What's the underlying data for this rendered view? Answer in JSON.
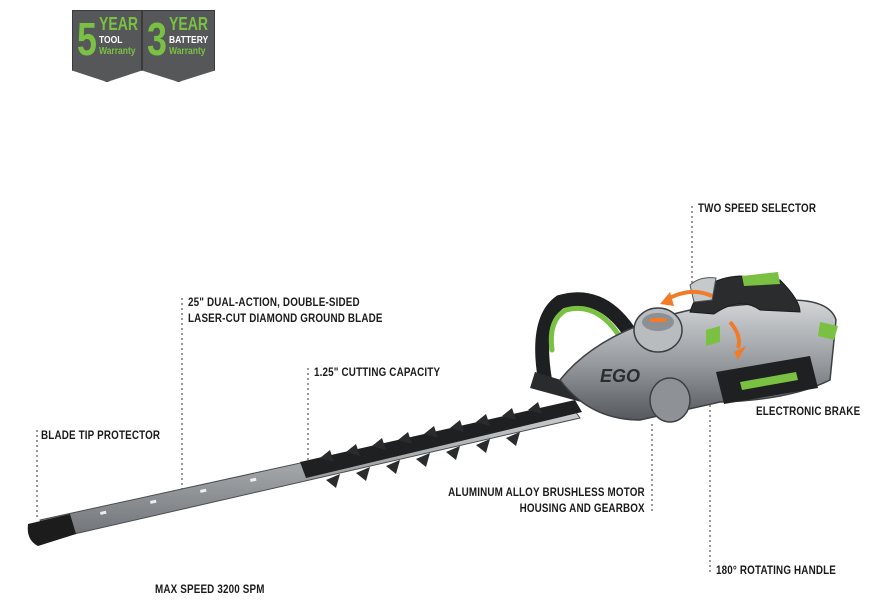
{
  "badges": {
    "tool": {
      "number": "5",
      "word": "YEAR",
      "line1": "TOOL",
      "line2": "Warranty"
    },
    "battery": {
      "number": "3",
      "word": "YEAR",
      "line1": "BATTERY",
      "line2": "Warranty"
    }
  },
  "product": {
    "logo": "EGO"
  },
  "callouts": {
    "two_speed_selector": "TWO SPEED SELECTOR",
    "blade": "25\" DUAL-ACTION, DOUBLE-SIDED\nLASER-CUT DIAMOND GROUND BLADE",
    "cutting_capacity": "1.25\" CUTTING CAPACITY",
    "electronic_brake": "ELECTRONIC BRAKE",
    "blade_tip_protector": "BLADE TIP PROTECTOR",
    "motor_housing": "ALUMINUM ALLOY BRUSHLESS MOTOR\nHOUSING AND GEARBOX",
    "rotating_handle": "180° ROTATING HANDLE",
    "max_speed": "MAX SPEED 3200 SPM"
  },
  "colors": {
    "accent_green": "#7ac143",
    "badge_gray": "#555759",
    "arrow_orange": "#f07c2a"
  }
}
